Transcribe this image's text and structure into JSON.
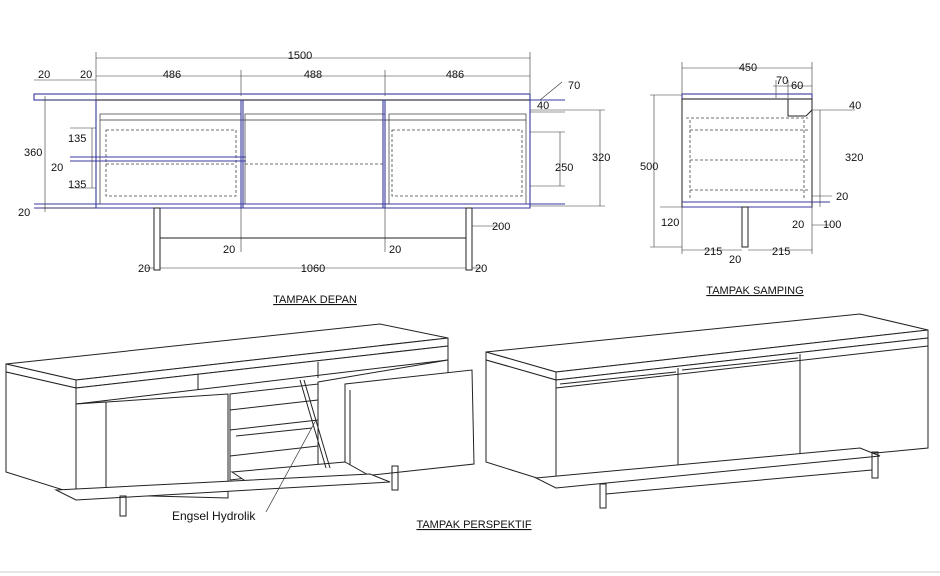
{
  "captions": {
    "front": "TAMPAK DEPAN",
    "side": "TAMPAK SAMPING",
    "perspective": "TAMPAK PERSPEKTIF"
  },
  "callout": "Engsel Hydrolik",
  "front_dims": {
    "overall": "1500",
    "left_20": "20",
    "left_20b": "20",
    "w1": "486",
    "w2": "488",
    "w3": "486",
    "top70": "70",
    "top40": "40",
    "h360": "360",
    "h135a": "135",
    "h20": "20",
    "h135b": "135",
    "bot20": "20",
    "h250": "250",
    "h320": "320",
    "leg200": "200",
    "mid20a": "20",
    "mid20b": "20",
    "base20l": "20",
    "base1060": "1060",
    "base20r": "20"
  },
  "side_dims": {
    "d450": "450",
    "d70": "70",
    "d60": "60",
    "d40": "40",
    "h500": "500",
    "h320": "320",
    "d20r": "20",
    "h120": "120",
    "d20b": "20",
    "d100": "100",
    "w215a": "215",
    "w215b": "215",
    "g20": "20"
  }
}
